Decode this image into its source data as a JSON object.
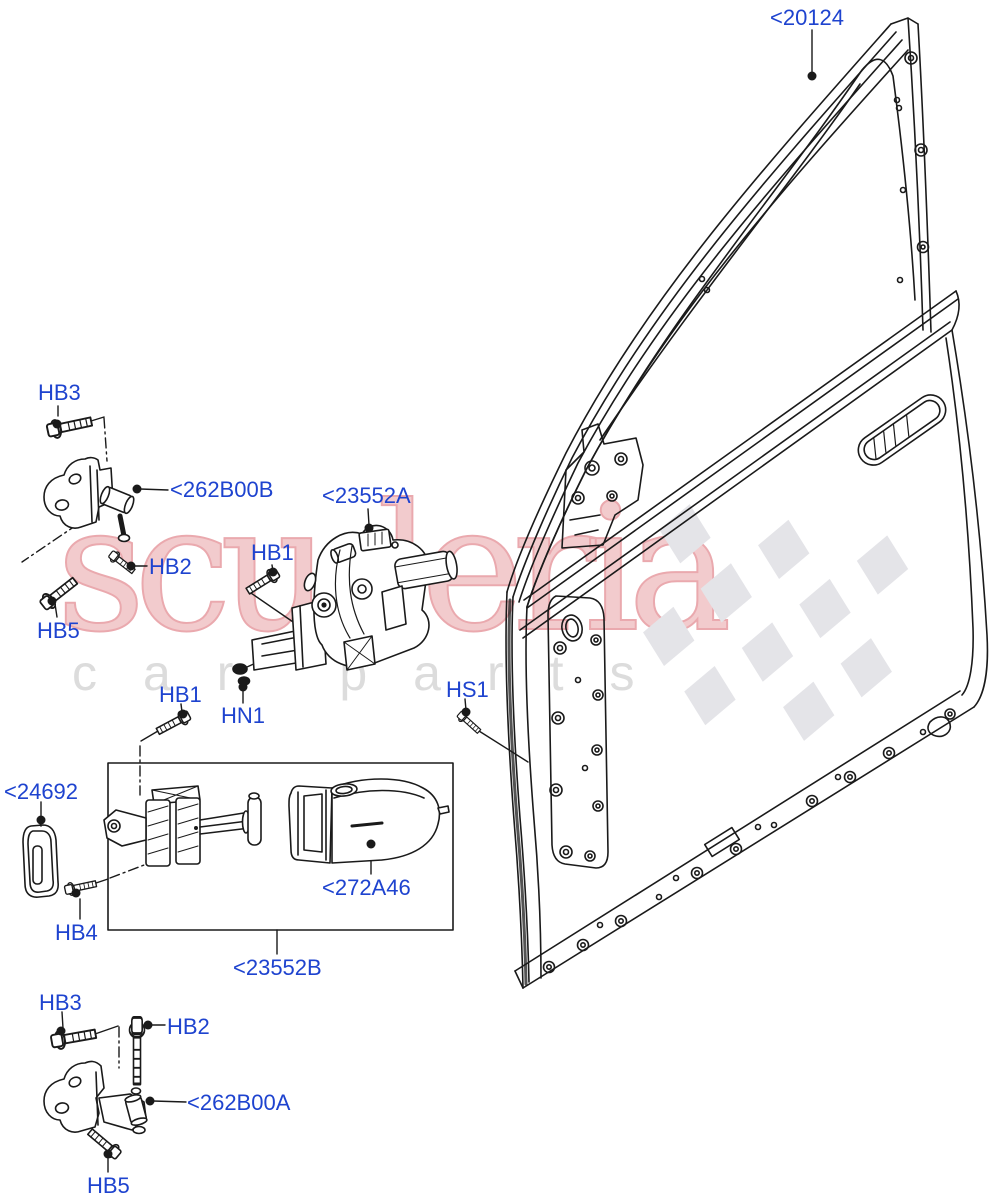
{
  "document": {
    "type": "parts-diagram",
    "subject": "front door, hinges, latch and door check"
  },
  "colors": {
    "label_blue": "#1e43cf",
    "line_dark": "#1a1a1a",
    "watermark_pink": "#f2cbcd",
    "watermark_pink_stroke": "#eaa9ae",
    "watermark_gray": "#dcdcdc",
    "flag_gray": "#e4e4e8",
    "background": "#ffffff"
  },
  "watermark": {
    "brand": "scuderia",
    "tagline": "car parts"
  },
  "labels": [
    {
      "id": "20124",
      "text": "<20124"
    },
    {
      "id": "hb3-top",
      "text": "HB3"
    },
    {
      "id": "262B00B",
      "text": "<262B00B"
    },
    {
      "id": "23552A",
      "text": "<23552A"
    },
    {
      "id": "hb1-a",
      "text": "HB1"
    },
    {
      "id": "hb2-top",
      "text": "HB2"
    },
    {
      "id": "hb5-top",
      "text": "HB5"
    },
    {
      "id": "hb1-b",
      "text": "HB1"
    },
    {
      "id": "hn1",
      "text": "HN1"
    },
    {
      "id": "hs1",
      "text": "HS1"
    },
    {
      "id": "24692",
      "text": "<24692"
    },
    {
      "id": "272A46",
      "text": "<272A46"
    },
    {
      "id": "hb4",
      "text": "HB4"
    },
    {
      "id": "23552B",
      "text": "<23552B"
    },
    {
      "id": "hb3-bottom",
      "text": "HB3"
    },
    {
      "id": "hb2-bottom",
      "text": "HB2"
    },
    {
      "id": "262B00A",
      "text": "<262B00A"
    },
    {
      "id": "hb5-bottom",
      "text": "HB5"
    }
  ]
}
